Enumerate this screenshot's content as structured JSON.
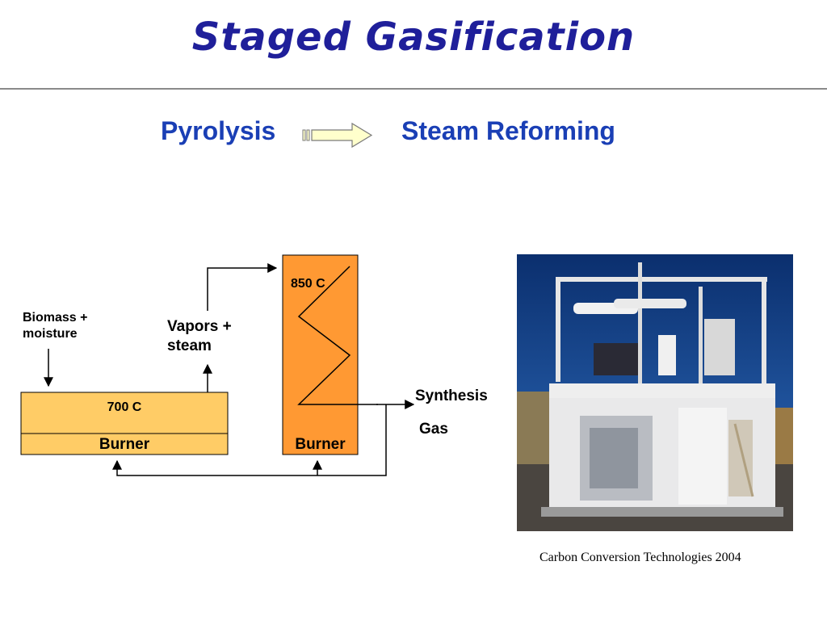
{
  "slide": {
    "title": "Staged Gasification",
    "stages": {
      "first": "Pyrolysis",
      "second": "Steam Reforming"
    }
  },
  "diagram": {
    "inputs": {
      "biomass_line1": "Biomass +",
      "biomass_line2": "moisture"
    },
    "pyrolyzer": {
      "temperature": "700 C",
      "burner_label": "Burner"
    },
    "vapors": {
      "line1": "Vapors +",
      "line2": "steam"
    },
    "reformer": {
      "temperature": "850 C",
      "burner_label": "Burner"
    },
    "output": {
      "line1": "Synthesis",
      "line2": "Gas"
    }
  },
  "caption": "Carbon Conversion Technologies 2004",
  "icons": {
    "process_arrow": "block-arrow-right-icon",
    "photo": "gasifier-plant-photo"
  },
  "colors": {
    "title": "#1f1f9a",
    "stage_text": "#1a3fb5",
    "pyrolyzer_fill": "#ffcc66",
    "reformer_fill": "#ff9933",
    "arrow_fill": "#ffffcc"
  }
}
